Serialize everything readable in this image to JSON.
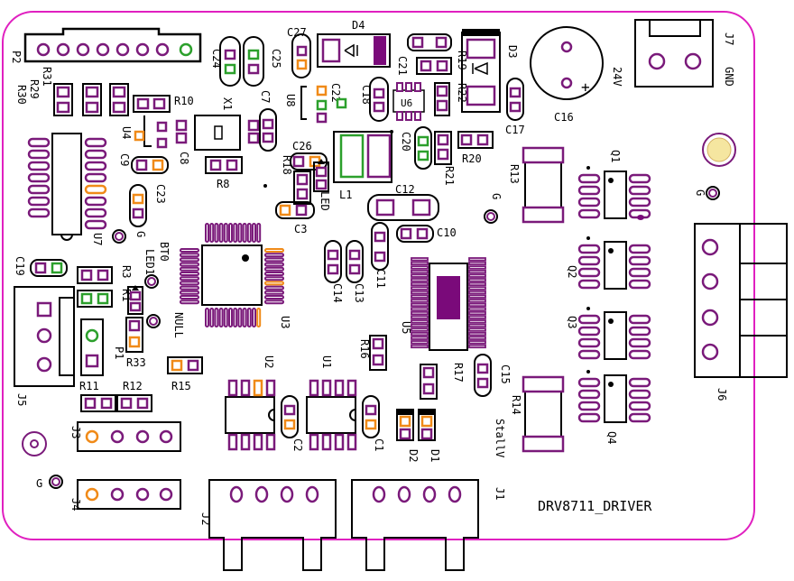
{
  "board": {
    "title": "DRV8711_DRIVER",
    "colors": {
      "outline": "#e020c0",
      "pad": "#7a1a7a",
      "pad_fill": "#ffffff",
      "silk": "#000000",
      "orange": "#f08a18",
      "green": "#2ca02c",
      "ic_body": "#7a0a7a"
    }
  },
  "labels": {
    "P2": "P2",
    "R31": "R31",
    "R29": "R29",
    "R30": "R30",
    "R10": "R10",
    "X1": "X1",
    "C24": "C24",
    "C25": "C25",
    "C27": "C27",
    "D4": "D4",
    "C7": "C7",
    "U8": "U8",
    "C22": "C22",
    "C18": "C18",
    "U6": "U6",
    "C21": "C21",
    "R19": "R19",
    "R22": "R22",
    "D3": "D3",
    "C17": "C17",
    "C16": "C16",
    "J7": "J7",
    "24V": "24V",
    "GND": "GND",
    "U4": "U4",
    "C9": "C9",
    "C8": "C8",
    "R8": "R8",
    "C26": "C26",
    "R18": "R18",
    "L1": "L1",
    "C20": "C20",
    "R21": "R21",
    "R20": "R20",
    "R13": "R13",
    "Q1": "Q1",
    "G1": "G",
    "C23": "C23",
    "LED": "LED",
    "C12": "C12",
    "G2": "G",
    "U7": "U7",
    "G3": "G",
    "LED1": "LED1",
    "BT0": "BT0",
    "C3": "C3",
    "C10": "C10",
    "C19": "C19",
    "R3": "R3",
    "R1": "R1",
    "C14": "C14",
    "C13": "C13",
    "C11": "C11",
    "Q2": "Q2",
    "U3": "U3",
    "NULL": "NULL",
    "U5": "U5",
    "Q3": "Q3",
    "P1": "P1",
    "R33": "R33",
    "R16": "R16",
    "R15": "R15",
    "U2": "U2",
    "U1": "U1",
    "R17": "R17",
    "C15": "C15",
    "J6": "J6",
    "R11": "R11",
    "R12": "R12",
    "R14": "R14",
    "J5": "J5",
    "C2": "C2",
    "C1": "C1",
    "D2": "D2",
    "D1": "D1",
    "StallV": "StallV",
    "Q4": "Q4",
    "J3": "J3",
    "G4": "G",
    "J4": "J4",
    "J2": "J2",
    "J1": "J1"
  }
}
